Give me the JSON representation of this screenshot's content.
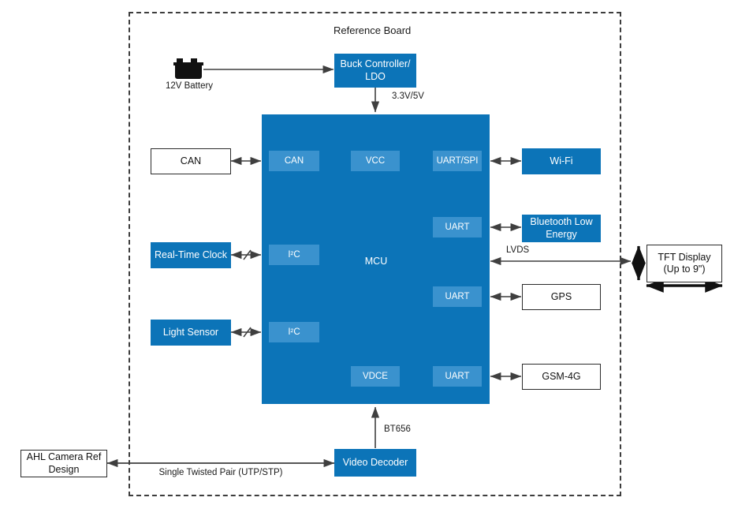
{
  "diagram": {
    "title": "Reference Board",
    "boundary_label": "Reference Board",
    "colors": {
      "primary_blue": "#0c74b8",
      "sub_block_blue": "#3a92ce",
      "border_dark": "#2b2b2b",
      "boundary_dash": "#3d3d3d",
      "wire": "#3f3f3f",
      "text_dark": "#1a1a1a",
      "text_light": "#ffffff"
    }
  },
  "power": {
    "battery_label": "12V Battery",
    "battery_icon": "battery-icon",
    "regulator_label": "Buck Controller/\nLDO",
    "regulator_line1": "Buck Controller/",
    "regulator_line2": "LDO",
    "rail_label": "3.3V/5V"
  },
  "mcu": {
    "label": "MCU",
    "sub_blocks": [
      {
        "id": "can",
        "label": "CAN"
      },
      {
        "id": "vcc",
        "label": "VCC"
      },
      {
        "id": "uart_spi",
        "label": "UART/SPI"
      },
      {
        "id": "uart_ble",
        "label": "UART"
      },
      {
        "id": "i2c_rtc",
        "label": "I²C"
      },
      {
        "id": "uart_gps",
        "label": "UART"
      },
      {
        "id": "i2c_light",
        "label": "I²C"
      },
      {
        "id": "vdce",
        "label": "VDCE"
      },
      {
        "id": "uart_gsm",
        "label": "UART"
      }
    ]
  },
  "left_peripherals": [
    {
      "id": "can",
      "label": "CAN",
      "style": "white"
    },
    {
      "id": "rtc",
      "label": "Real-Time Clock",
      "style": "blue"
    },
    {
      "id": "light_sensor",
      "label": "Light Sensor",
      "style": "blue"
    }
  ],
  "right_peripherals": [
    {
      "id": "wifi",
      "label": "Wi-Fi",
      "style": "blue"
    },
    {
      "id": "ble",
      "label": "Bluetooth Low Energy",
      "line1": "Bluetooth Low",
      "line2": "Energy",
      "style": "blue"
    },
    {
      "id": "gps",
      "label": "GPS",
      "style": "white"
    },
    {
      "id": "gsm",
      "label": "GSM-4G",
      "style": "white"
    }
  ],
  "display": {
    "label": "TFT Display (Up to 9\")",
    "line1": "TFT Display",
    "line2": "(Up to 9\")",
    "interface_label": "LVDS"
  },
  "video": {
    "decoder_label": "Video Decoder",
    "bus_label": "BT656",
    "camera_line1": "AHL Camera Ref",
    "camera_line2": "Design",
    "link_label": "Single Twisted Pair (UTP/STP)"
  }
}
